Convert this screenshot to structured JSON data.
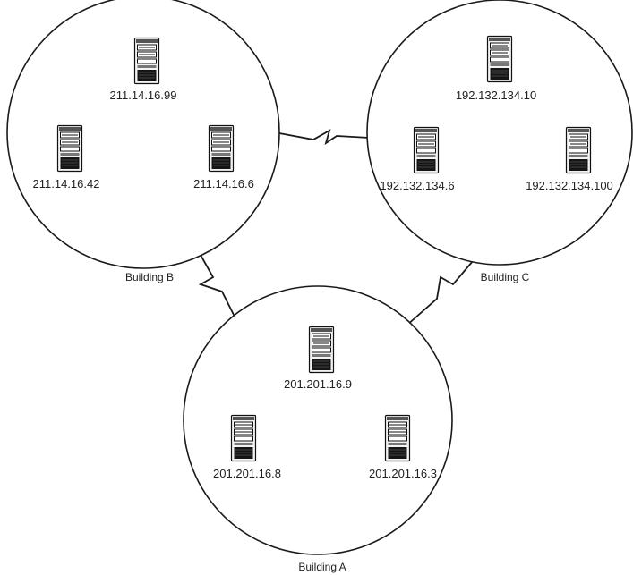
{
  "buildings": [
    {
      "id": "building-b",
      "name": "Building B",
      "servers": [
        {
          "ip": "211.14.16.99"
        },
        {
          "ip": "211.14.16.42"
        },
        {
          "ip": "211.14.16.6"
        }
      ]
    },
    {
      "id": "building-c",
      "name": "Building C",
      "servers": [
        {
          "ip": "192.132.134.10"
        },
        {
          "ip": "192.132.134.6"
        },
        {
          "ip": "192.132.134.100"
        }
      ]
    },
    {
      "id": "building-a",
      "name": "Building A",
      "servers": [
        {
          "ip": "201.201.16.9"
        },
        {
          "ip": "201.201.16.8"
        },
        {
          "ip": "201.201.16.3"
        }
      ]
    }
  ],
  "links": [
    {
      "from": "building-b",
      "to": "building-c"
    },
    {
      "from": "building-b",
      "to": "building-a"
    },
    {
      "from": "building-c",
      "to": "building-a"
    }
  ],
  "icons": {
    "server": "server-tower-icon",
    "link": "lightning-link-icon"
  }
}
